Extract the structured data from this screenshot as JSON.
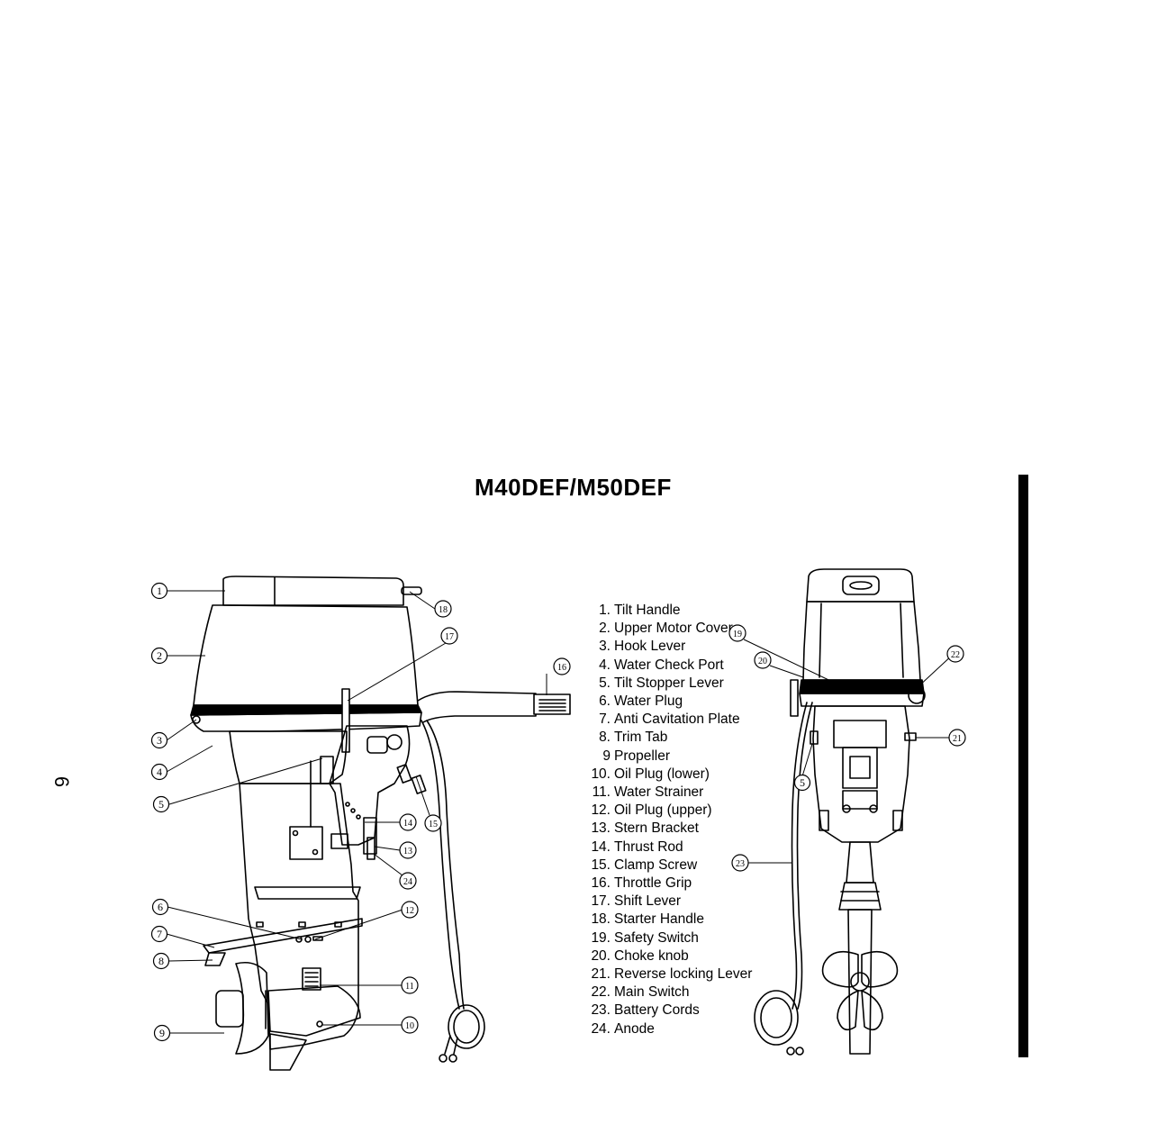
{
  "page": {
    "number": "6",
    "title": "M40DEF/M50DEF"
  },
  "legend": [
    {
      "num": "1.",
      "label": "Tilt Handle"
    },
    {
      "num": "2.",
      "label": "Upper Motor Cover"
    },
    {
      "num": "3.",
      "label": "Hook Lever"
    },
    {
      "num": "4.",
      "label": "Water Check Port"
    },
    {
      "num": "5.",
      "label": "Tilt Stopper Lever"
    },
    {
      "num": "6.",
      "label": "Water Plug"
    },
    {
      "num": "7.",
      "label": "Anti Cavitation Plate"
    },
    {
      "num": "8.",
      "label": "Trim Tab"
    },
    {
      "num": "9",
      "label": "Propeller"
    },
    {
      "num": "10.",
      "label": "Oil Plug (lower)"
    },
    {
      "num": "11.",
      "label": "Water Strainer"
    },
    {
      "num": "12.",
      "label": "Oil Plug (upper)"
    },
    {
      "num": "13.",
      "label": "Stern Bracket"
    },
    {
      "num": "14.",
      "label": "Thrust Rod"
    },
    {
      "num": "15.",
      "label": "Clamp Screw"
    },
    {
      "num": "16.",
      "label": "Throttle Grip"
    },
    {
      "num": "17.",
      "label": "Shift Lever"
    },
    {
      "num": "18.",
      "label": "Starter Handle"
    },
    {
      "num": "19.",
      "label": "Safety Switch"
    },
    {
      "num": "20.",
      "label": "Choke knob"
    },
    {
      "num": "21.",
      "label": "Reverse locking Lever"
    },
    {
      "num": "22.",
      "label": "Main Switch"
    },
    {
      "num": "23.",
      "label": "Battery Cords"
    },
    {
      "num": "24.",
      "label": "Anode"
    }
  ],
  "callouts": {
    "c1": "1",
    "c2": "2",
    "c3": "3",
    "c4": "4",
    "c5": "5",
    "c6": "6",
    "c7": "7",
    "c8": "8",
    "c9": "9",
    "c10": "10",
    "c11": "11",
    "c12": "12",
    "c13": "13",
    "c14": "14",
    "c15": "15",
    "c16": "16",
    "c17": "17",
    "c18": "18",
    "c24": "24",
    "r19": "19",
    "r20": "20",
    "r22": "22",
    "r21": "21",
    "r5": "5",
    "r23": "23"
  }
}
